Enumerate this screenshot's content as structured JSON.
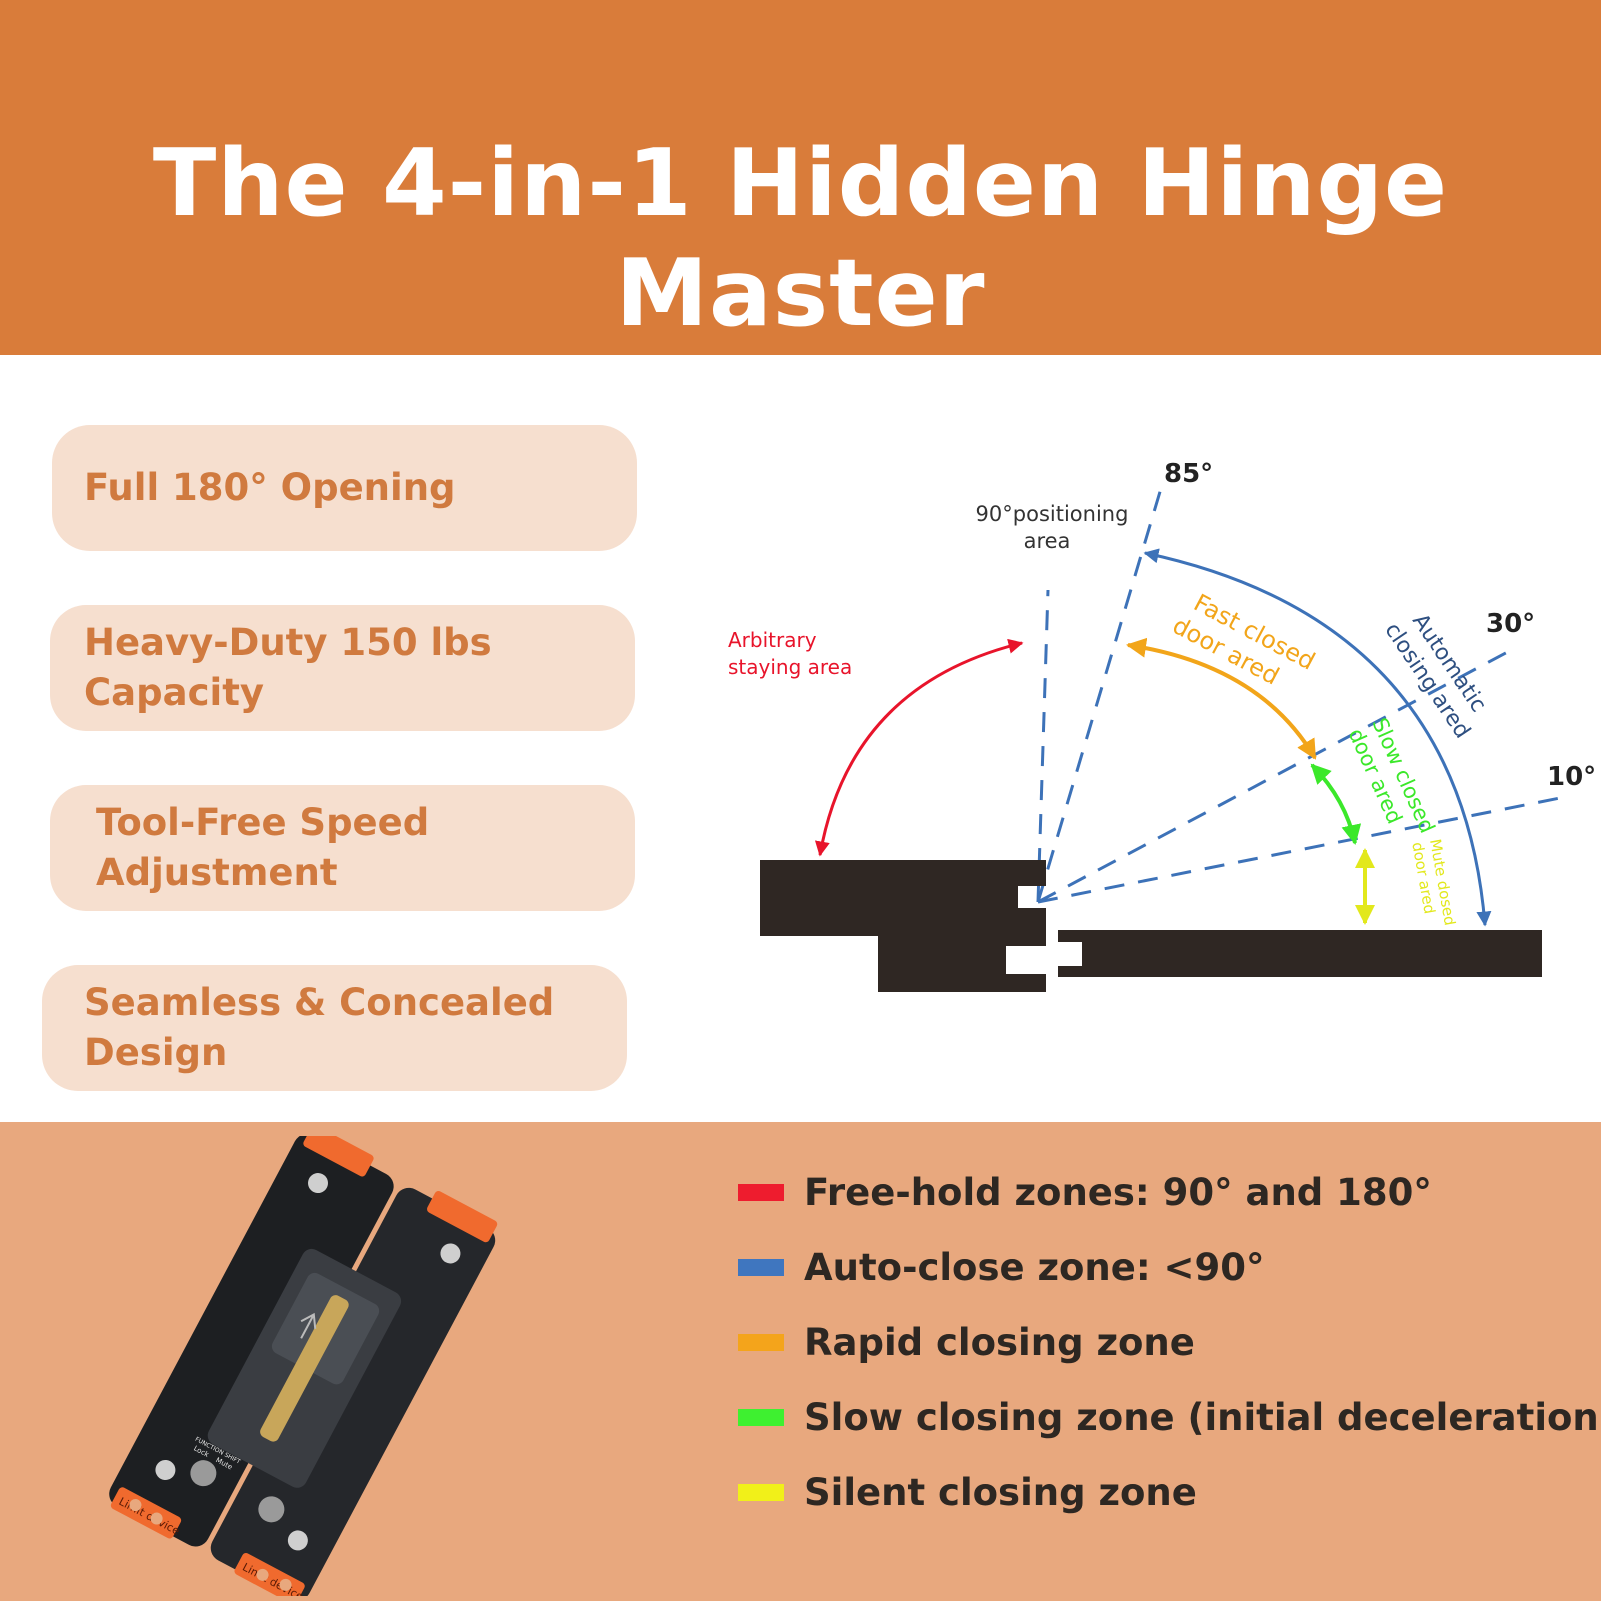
{
  "header": {
    "title": "The 4-in-1 Hidden Hinge Master",
    "bg_color": "#d97c3a"
  },
  "features": [
    {
      "lines": [
        "Full 180° Opening"
      ]
    },
    {
      "lines": [
        "Heavy-Duty 150 lbs",
        "Capacity"
      ]
    },
    {
      "lines": [
        "Tool-Free Speed",
        "Adjustment"
      ]
    },
    {
      "lines": [
        "Seamless & Concealed",
        "Design"
      ]
    }
  ],
  "diagram": {
    "angle_85": "85°",
    "angle_30": "30°",
    "angle_10": "10°",
    "positioning_line1": "90°positioning",
    "positioning_line2": "area",
    "arbitrary_line1": "Arbitrary",
    "arbitrary_line2": "staying area",
    "fast_line1": "Fast closed",
    "fast_line2": "door ared",
    "auto_line1": "Automatic",
    "auto_line2": "closing ared",
    "slow_line1": "Slow closed",
    "slow_line2": "door ared",
    "mute_line1": "Mute dosed",
    "mute_line2": "door ared",
    "colors": {
      "red": "#e8142b",
      "blue": "#3d72b8",
      "orange": "#f2a51a",
      "green": "#3be82a",
      "yellow": "#e2e81c"
    }
  },
  "hinge": {
    "limit_label": "Limit device",
    "lock_label": "Lock",
    "mute_label": "Mute",
    "function_label": "FUNCTION SHIFT"
  },
  "legend": [
    {
      "label": "Free-hold zones: 90° and 180°",
      "color": "#ee1c2e"
    },
    {
      "label": "Auto-close zone: <90°",
      "color": "#3f76bf"
    },
    {
      "label": "Rapid closing zone",
      "color": "#f4a41b"
    },
    {
      "label": "Slow closing zone (initial deceleration)",
      "color": "#3ef030"
    },
    {
      "label": "Silent closing zone",
      "color": "#f1f019"
    }
  ]
}
